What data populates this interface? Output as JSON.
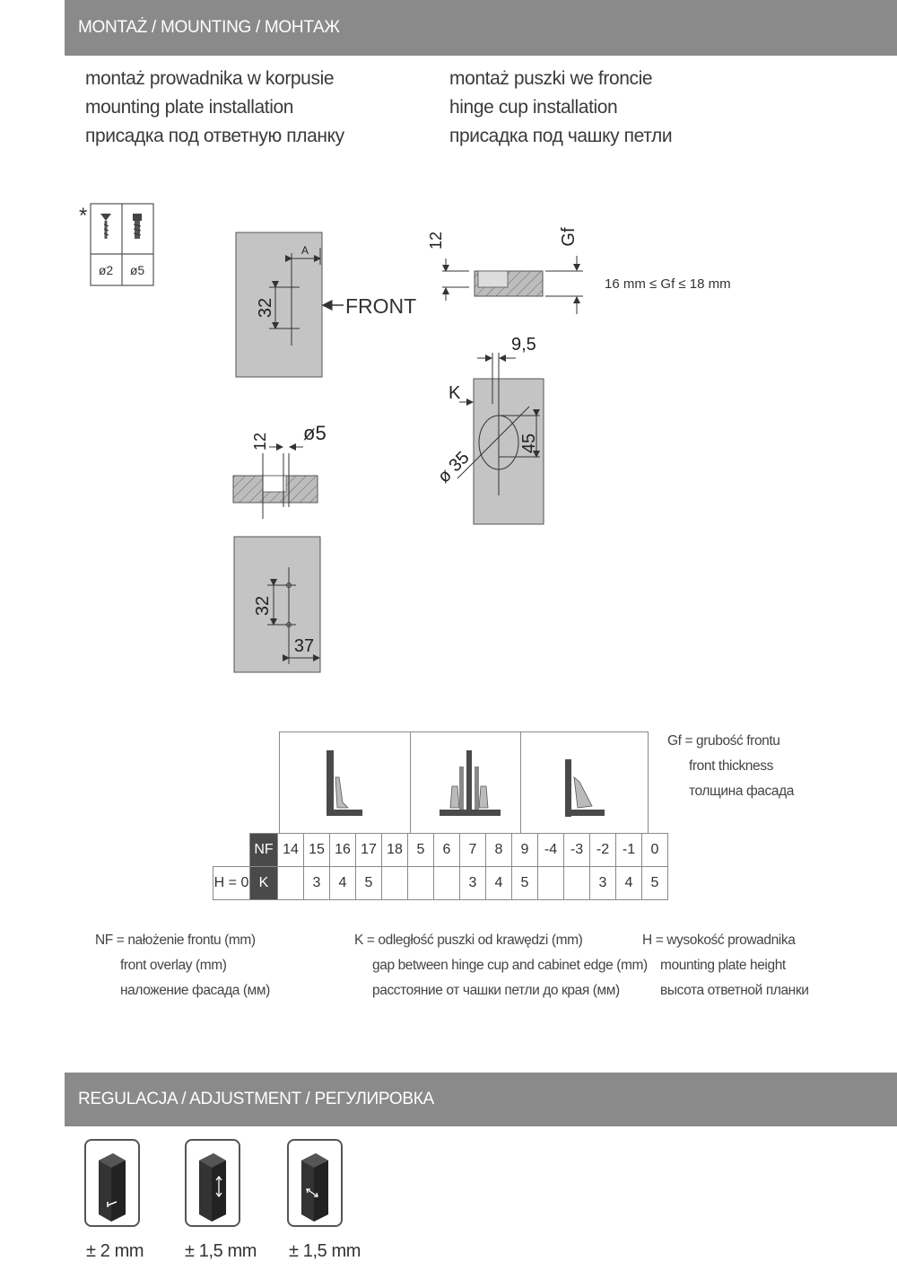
{
  "mounting": {
    "header": "MONTAŻ / MOUNTING / МОНТАЖ",
    "left_col": [
      "montaż prowadnika w korpusie",
      "mounting plate installation",
      "присадка под ответную планку"
    ],
    "right_col": [
      "montaż puszki we froncie",
      "hinge cup installation",
      "присадка под чашку петли"
    ],
    "asterisk": "*",
    "screw_table": {
      "d1": "ø2",
      "d2": "ø5"
    },
    "plate_top": {
      "dim_a": "A",
      "dim_32": "32",
      "front": "FRONT"
    },
    "plate_side": {
      "dim_12": "12",
      "dim_d5": "ø5"
    },
    "plate_bottom": {
      "dim_32": "32",
      "dim_37": "37"
    },
    "cup_side": {
      "dim_12": "12",
      "dim_gf": "Gf",
      "range": "16 mm ≤ Gf ≤ 18 mm"
    },
    "cup_front": {
      "dim_95": "9,5",
      "dim_k": "K",
      "dim_d35": "ø 35",
      "dim_45": "45"
    }
  },
  "table": {
    "nf_label": "NF",
    "k_label": "K",
    "h_label": "H = 0",
    "nf": [
      "14",
      "15",
      "16",
      "17",
      "18",
      "5",
      "6",
      "7",
      "8",
      "9",
      "-4",
      "-3",
      "-2",
      "-1",
      "0"
    ],
    "k": [
      "",
      "3",
      "4",
      "5",
      "",
      "",
      "",
      "3",
      "4",
      "5",
      "",
      "",
      "3",
      "4",
      "5"
    ]
  },
  "gf_legend": [
    "Gf = grubość frontu",
    "front thickness",
    "толщина фасада"
  ],
  "legends": {
    "nf": [
      "NF = nałożenie frontu (mm)",
      "front overlay (mm)",
      "наложение фасада (мм)"
    ],
    "k": [
      "K = odległość puszki od krawędzi (mm)",
      "gap between hinge cup and cabinet edge (mm)",
      "расстояние от  чашки петли до края (мм)"
    ],
    "h": [
      "H = wysokość prowadnika",
      "mounting plate height",
      "высота ответной планки"
    ]
  },
  "adjustment": {
    "header": "REGULACJA / ADJUSTMENT / РЕГУЛИРОВКА",
    "items": [
      "± 2 mm",
      "± 1,5 mm",
      "± 1,5 mm"
    ]
  }
}
